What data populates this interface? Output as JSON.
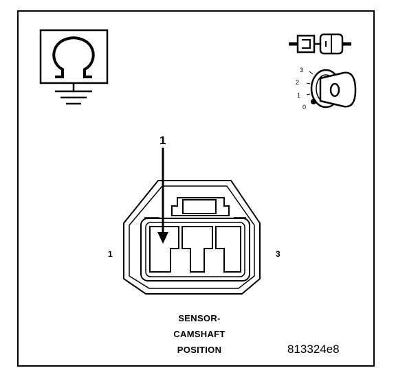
{
  "connector": {
    "pin_left": "1",
    "pin_right": "3",
    "callout": "1"
  },
  "caption": {
    "line1": "SENSOR-",
    "line2": "CAMSHAFT",
    "line3": "POSITION"
  },
  "figure_id": "813324e8",
  "key_switch": {
    "positions": [
      "3",
      "2",
      "1",
      "0"
    ]
  },
  "icons": [
    "ohmmeter-ground-icon",
    "disconnect-connector-icon",
    "ignition-key-icon"
  ]
}
